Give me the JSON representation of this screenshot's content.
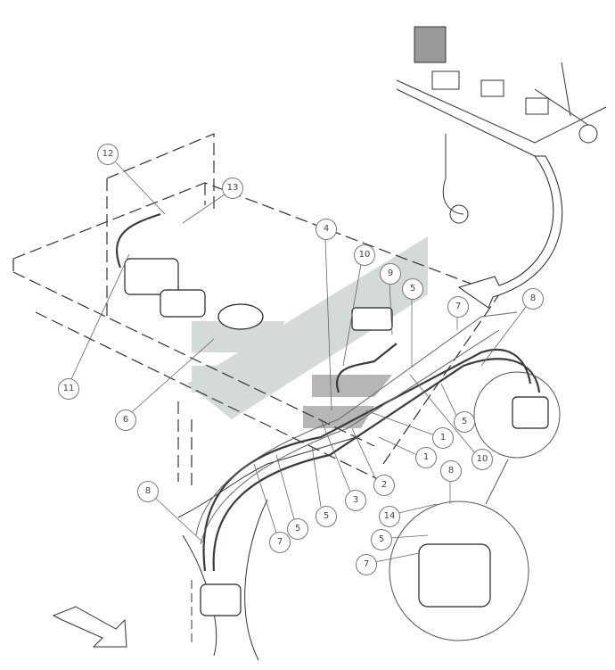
{
  "diagram": {
    "type": "hydraulic hose assembly parts diagram",
    "callouts": [
      "12",
      "13",
      "11",
      "6",
      "4",
      "10",
      "9",
      "5",
      "7",
      "8",
      "5",
      "1",
      "1",
      "10",
      "2",
      "3",
      "5",
      "5",
      "7",
      "8",
      "8",
      "14",
      "5",
      "7"
    ],
    "colors": {
      "line": "#222222",
      "watermark": "#c9cfcf",
      "hose": "#4a4340"
    }
  }
}
